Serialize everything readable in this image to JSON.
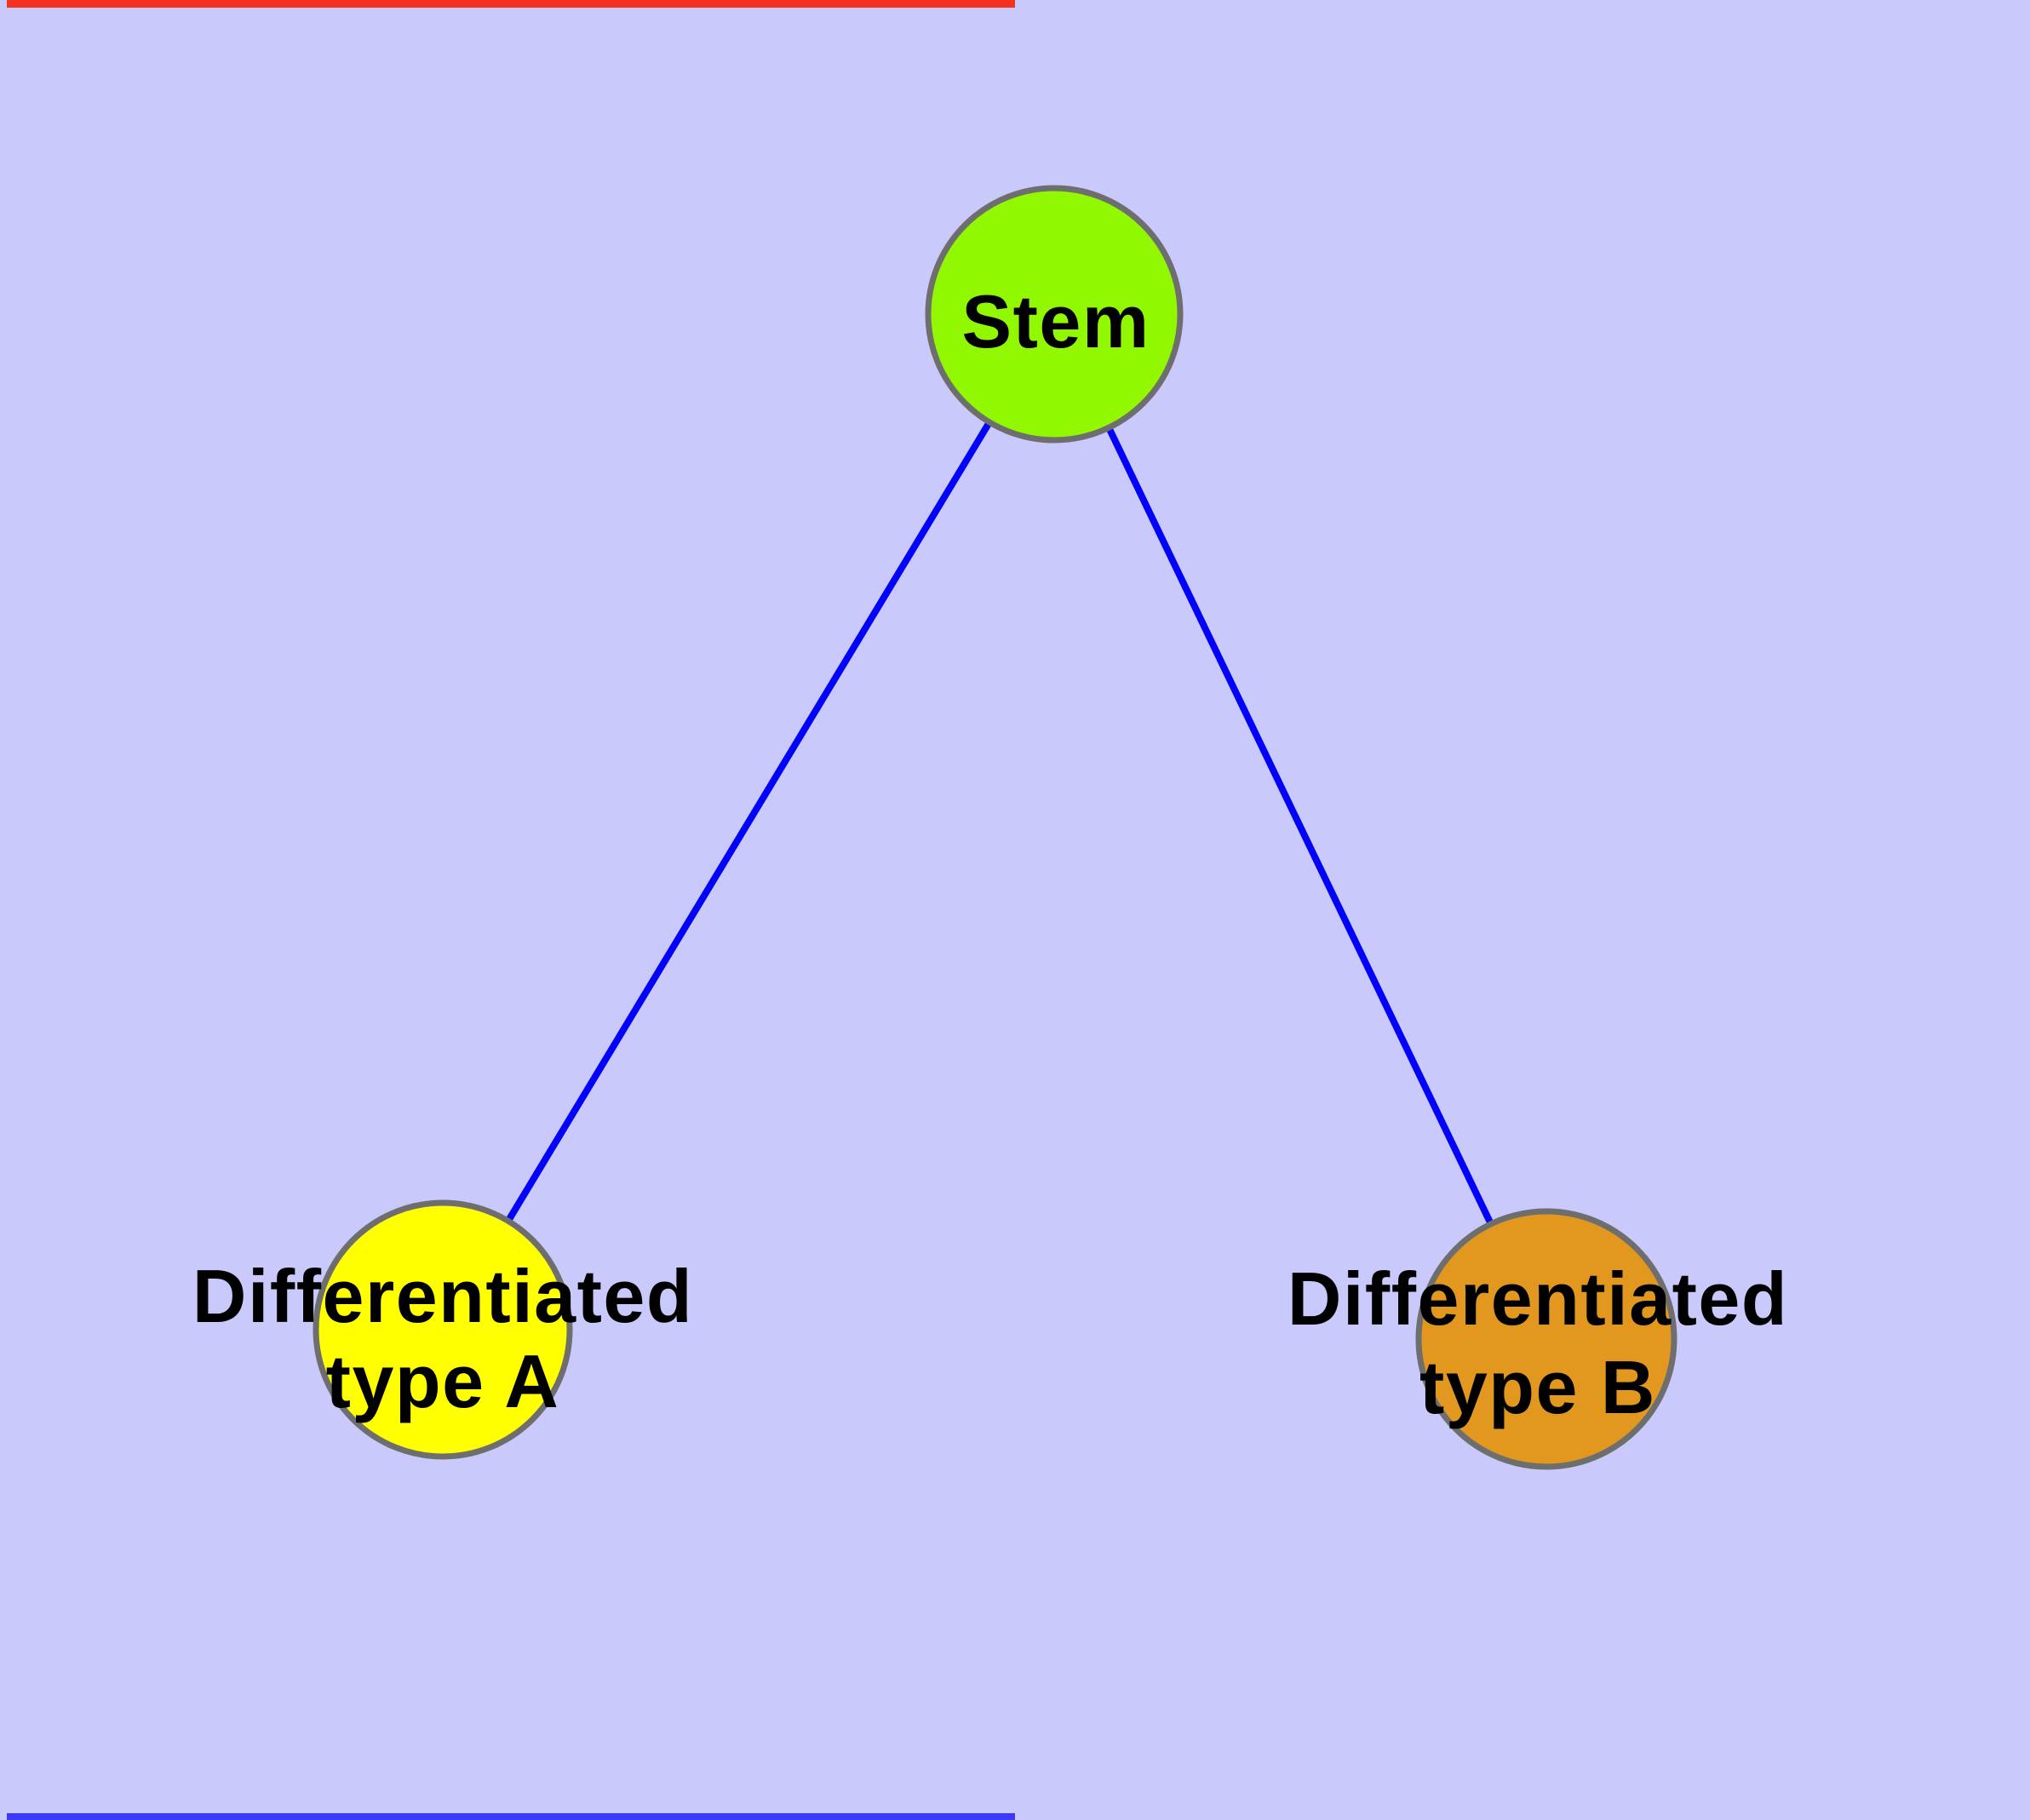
{
  "nodes": {
    "stem": {
      "label": "Stem",
      "fill": "#92F801"
    },
    "type_a": {
      "label_line1": "Differentiated",
      "label_line2": "type A",
      "fill": "#FFFF00"
    },
    "type_b": {
      "label_line1": "Differentiated",
      "label_line2": "type B",
      "fill": "#E2981E"
    }
  },
  "edges": {
    "color": "#0101FC"
  },
  "colors": {
    "background": "#C9C9FB",
    "node_border": "#6E6E6E",
    "label_text": "#000000",
    "top_strip": "#F5321F",
    "bottom_strip": "#3A3AF8"
  }
}
